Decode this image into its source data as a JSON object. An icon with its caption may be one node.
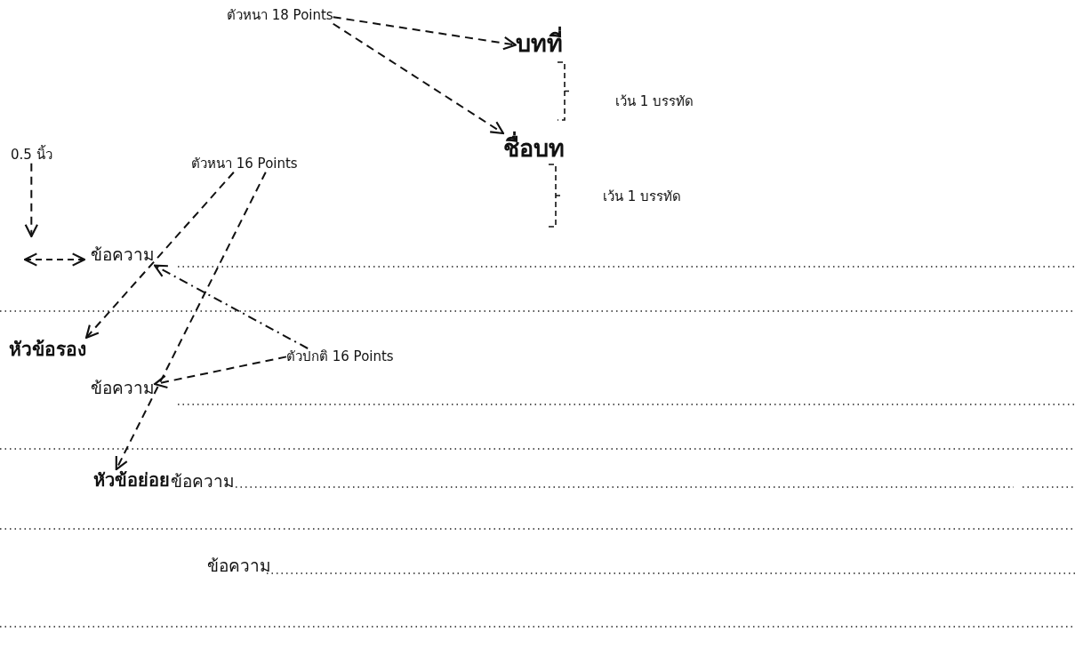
{
  "diagram": {
    "nodes": [
      {
        "text": [
          "ตัวหนา 18 Points"
        ]
      },
      {
        "text": [
          "บทที่"
        ]
      },
      {
        "text": [
          "ชื่อบท"
        ]
      },
      {
        "text": [
          "0.5 นิ้ว"
        ]
      },
      {
        "text": [
          "ตัวหนา 16 Points"
        ]
      },
      {
        "text": [
          "ข้อความ"
        ]
      },
      {
        "text": [
          "หัวข้อรอง"
        ]
      },
      {
        "text": [
          "ตัวปกติ 16 Points"
        ]
      },
      {
        "text": [
          "ข้อความ"
        ]
      },
      {
        "text": [
          "หัวข้อย่อย"
        ]
      }
    ],
    "edges": [
      {
        "from": 0,
        "to": 1,
        "arrow": "to",
        "style": "dashed"
      },
      {
        "from": 0,
        "to": 2,
        "arrow": "to",
        "style": "dashed"
      },
      {
        "from": 3,
        "to": null,
        "arrow": "to",
        "style": "dashed"
      },
      {
        "from": 4,
        "to": 6,
        "arrow": "to",
        "style": "dashed"
      },
      {
        "from": 4,
        "to": 9,
        "arrow": "to",
        "style": "dashed"
      },
      {
        "from": 7,
        "to": 5,
        "arrow": "to",
        "style": "dashed"
      },
      {
        "from": 7,
        "to": 8,
        "arrow": "to",
        "style": "dashed"
      }
    ],
    "labels": [
      "เว้น 1 บรรทัด",
      "เว้น 1 บรรทัด",
      "ข้อความ",
      "ข้อความ"
    ]
  }
}
